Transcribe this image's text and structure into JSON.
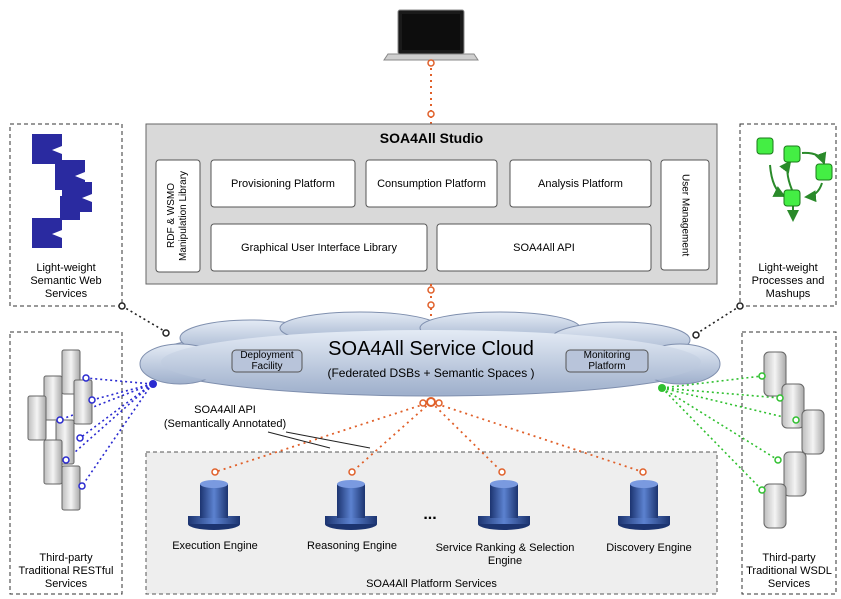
{
  "studio": {
    "title": "SOA4All Studio",
    "rdf_library": "RDF & WSMO Manipulation Library",
    "provisioning": "Provisioning Platform",
    "consumption": "Consumption Platform",
    "analysis": "Analysis Platform",
    "gui_library": "Graphical User Interface Library",
    "api": "SOA4All API",
    "user_management": "User Management"
  },
  "cloud": {
    "title": "SOA4All Service Cloud",
    "subtitle": "(Federated DSBs + Semantic Spaces )",
    "deployment": "Deployment Facility",
    "monitoring": "Monitoring Platform"
  },
  "api_note": {
    "line1": "SOA4All API",
    "line2": "(Semantically Annotated)"
  },
  "left_top": {
    "label": "Light-weight Semantic Web Services"
  },
  "right_top": {
    "label": "Light-weight Processes and Mashups"
  },
  "left_bottom": {
    "label": "Third-party Traditional RESTful Services"
  },
  "right_bottom": {
    "label": "Third-party Traditional WSDL Services"
  },
  "platform": {
    "title": "SOA4All Platform Services",
    "ellipsis": "...",
    "engines": [
      {
        "name": "Execution Engine"
      },
      {
        "name": "Reasoning Engine"
      },
      {
        "name": "Service Ranking & Selection Engine"
      },
      {
        "name": "Discovery Engine"
      }
    ]
  },
  "colors": {
    "orange_link": "#e0602a",
    "blue_link": "#2a2ad0",
    "green_link": "#30c030",
    "green_node": "#44ee44",
    "engine_blue": "#3050a0",
    "studio_bg": "#d9d9d9",
    "cloud_bg": "#c9d6ea"
  }
}
